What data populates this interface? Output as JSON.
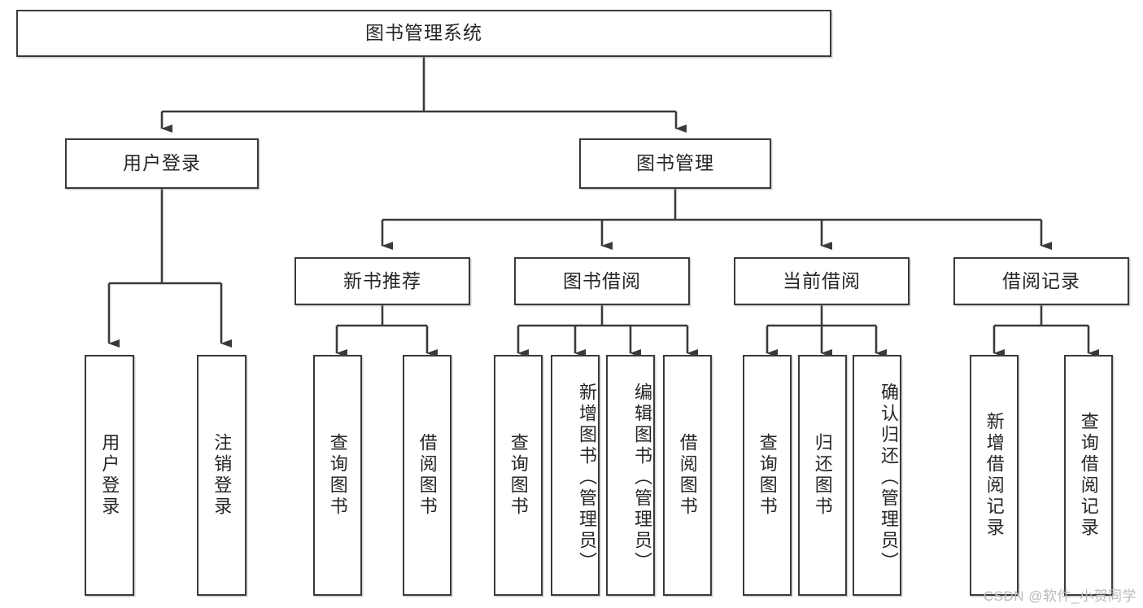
{
  "diagram": {
    "title": "图书管理系统",
    "type": "tree",
    "root": {
      "id": "root",
      "label": "图书管理系统"
    },
    "level2": [
      {
        "id": "user-login",
        "label": "用户登录"
      },
      {
        "id": "book-management",
        "label": "图书管理"
      }
    ],
    "level3": [
      {
        "id": "new-book-recommend",
        "label": "新书推荐"
      },
      {
        "id": "book-borrow",
        "label": "图书借阅"
      },
      {
        "id": "current-borrow",
        "label": "当前借阅"
      },
      {
        "id": "borrow-record",
        "label": "借阅记录"
      }
    ],
    "leaves": {
      "user_login": [
        {
          "id": "leaf-user-login",
          "label": "用户登录"
        },
        {
          "id": "leaf-logout-login",
          "label": "注销登录"
        }
      ],
      "new_book_recommend": [
        {
          "id": "leaf-query-book-1",
          "label": "查询图书"
        },
        {
          "id": "leaf-borrow-book-1",
          "label": "借阅图书"
        }
      ],
      "book_borrow": [
        {
          "id": "leaf-query-book-2",
          "label": "查询图书"
        },
        {
          "id": "leaf-add-book",
          "label": "新增图书（管理员）"
        },
        {
          "id": "leaf-edit-book",
          "label": "编辑图书（管理员）"
        },
        {
          "id": "leaf-borrow-book-2",
          "label": "借阅图书"
        }
      ],
      "current_borrow": [
        {
          "id": "leaf-query-book-3",
          "label": "查询图书"
        },
        {
          "id": "leaf-return-book",
          "label": "归还图书"
        },
        {
          "id": "leaf-confirm-return",
          "label": "确认归还（管理员）"
        }
      ],
      "borrow_record": [
        {
          "id": "leaf-add-record",
          "label": "新增借阅记录"
        },
        {
          "id": "leaf-query-record",
          "label": "查询借阅记录"
        }
      ]
    }
  },
  "watermark": {
    "text": "CSDN @软件_小贺同学"
  },
  "colors": {
    "border": "#3a3a3a",
    "text": "#262626",
    "background": "#ffffff",
    "watermark": "#b9b9b9"
  }
}
